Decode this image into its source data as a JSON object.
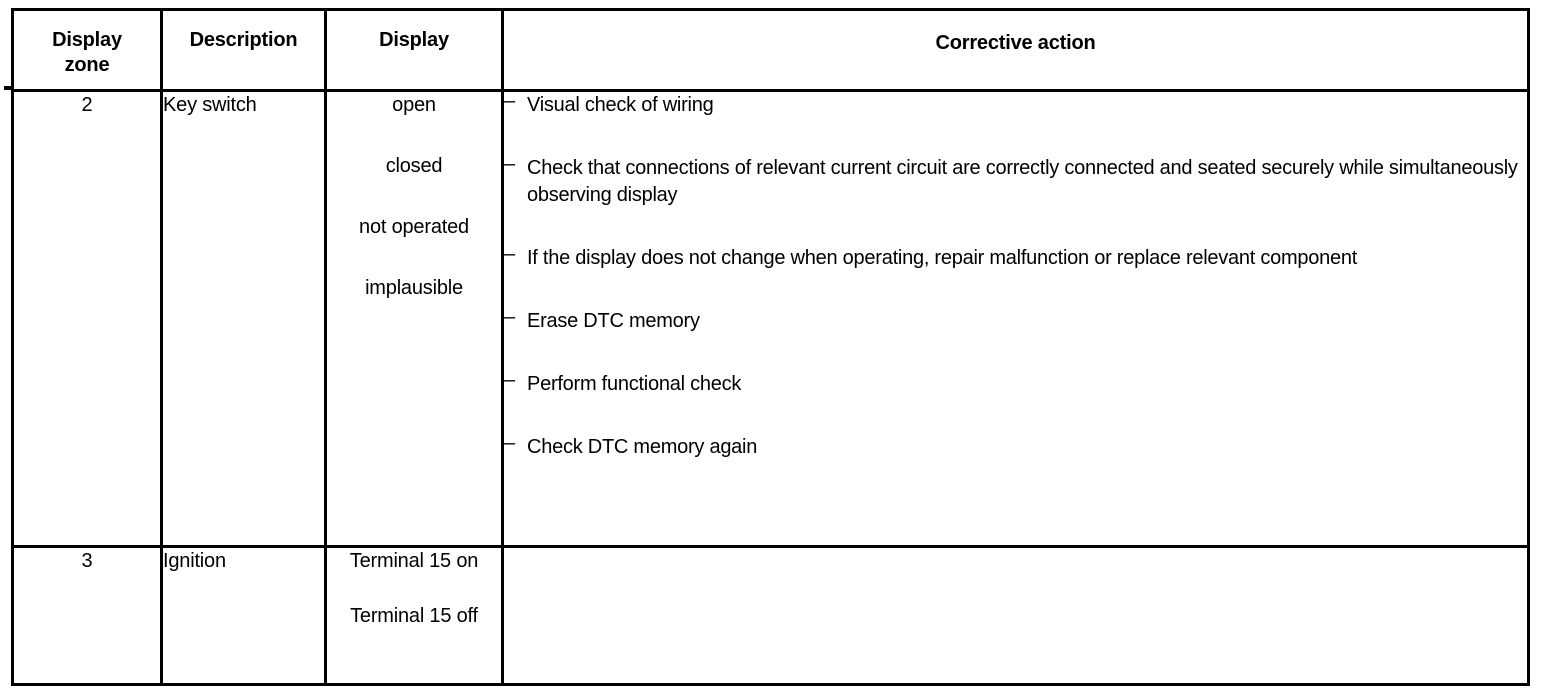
{
  "table": {
    "headers": [
      {
        "label": "Display\nzone",
        "line1": "Display",
        "line2": "zone"
      },
      {
        "label": "Description"
      },
      {
        "label": "Display"
      },
      {
        "label": "Corrective action"
      }
    ],
    "rows": [
      {
        "zone": "2",
        "description": "Key switch",
        "display_states": [
          "open",
          "closed",
          "not operated",
          "implausible"
        ],
        "bullet_marker": "–",
        "corrective_actions": [
          "Visual check of wiring",
          "Check that connections of relevant current circuit are correctly connected and seated securely while simultaneously observing display",
          "If the display does not change when operating, repair malfunction or replace relevant component",
          "Erase DTC memory",
          "Perform functional check",
          "Check DTC memory again"
        ]
      },
      {
        "zone": "3",
        "description": "Ignition",
        "display_states": [
          "Terminal 15 on",
          "Terminal 15 off"
        ],
        "bullet_marker": "–",
        "corrective_actions": []
      }
    ]
  },
  "colors": {
    "border": "#000000",
    "text": "#000000",
    "background": "#ffffff"
  }
}
